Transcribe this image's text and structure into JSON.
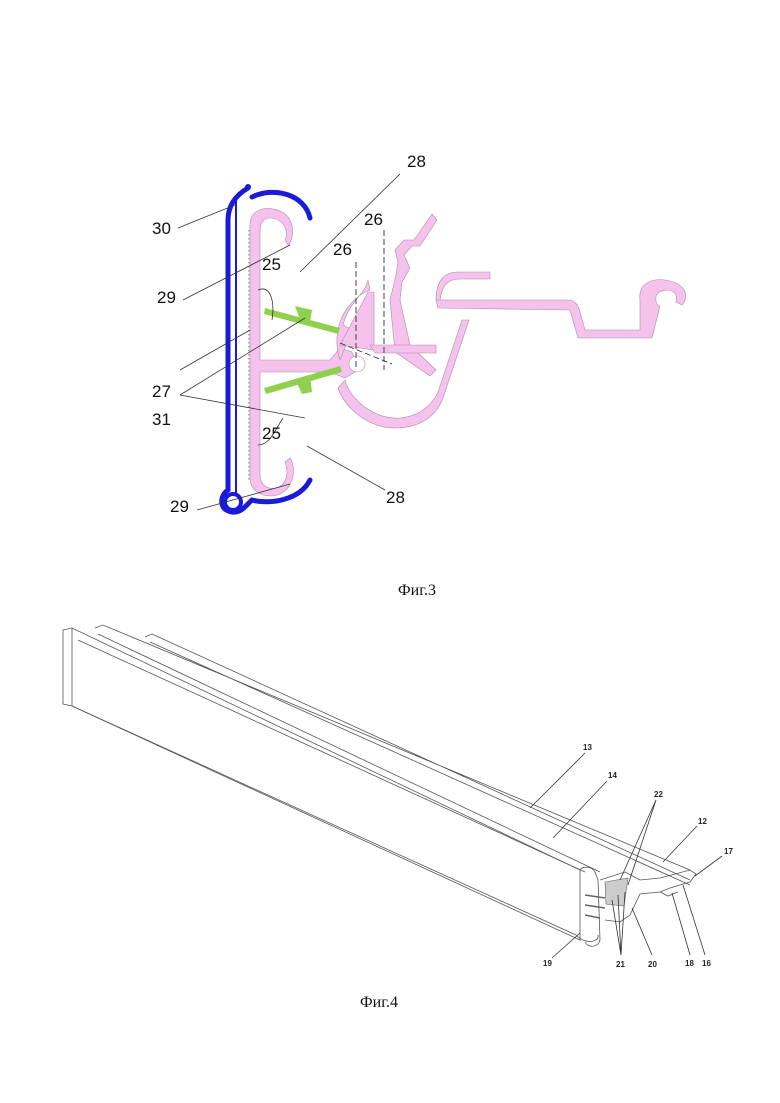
{
  "figure3": {
    "caption": "Фиг.3",
    "labels": {
      "l28_top": "28",
      "l30": "30",
      "l26_a": "26",
      "l26_b": "26",
      "l29_top": "29",
      "l25_top": "25",
      "l27": "27",
      "l31": "31",
      "l25_bottom": "25",
      "l29_bottom": "29",
      "l28_bottom": "28"
    },
    "colors": {
      "clip": "#1a1adb",
      "profile": "#f5c2ee",
      "insert": "#8fd14f"
    }
  },
  "figure4": {
    "caption": "Фиг.4",
    "labels": {
      "l13": "13",
      "l14": "14",
      "l22": "22",
      "l12": "12",
      "l17": "17",
      "l19": "19",
      "l21": "21",
      "l20": "20",
      "l18": "18",
      "l16": "16"
    }
  }
}
